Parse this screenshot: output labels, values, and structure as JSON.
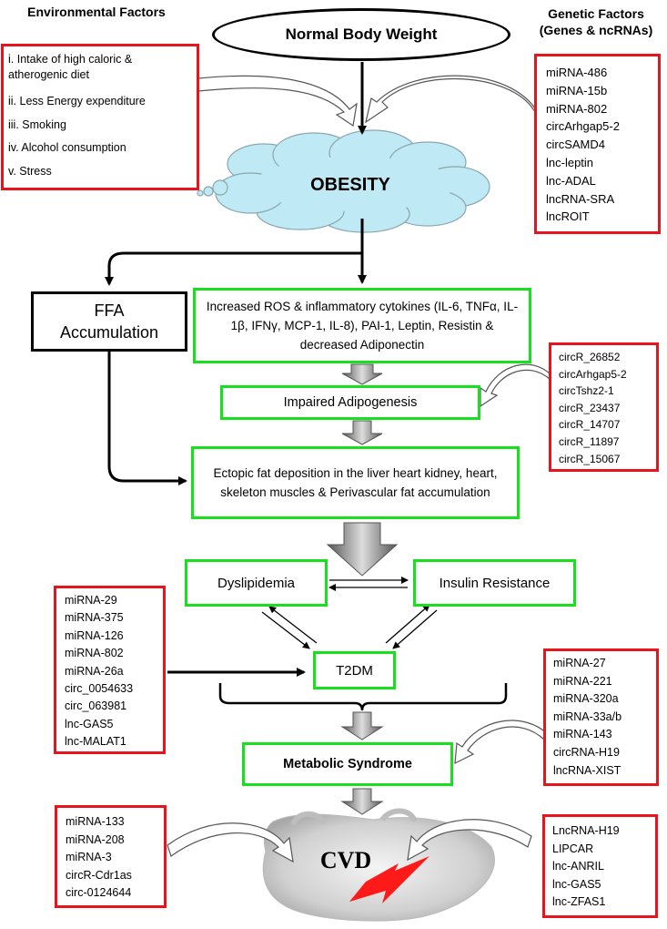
{
  "headers": {
    "environmental": "Environmental Factors",
    "genetic": "Genetic Factors (Genes & ncRNAs)"
  },
  "nodes": {
    "normal_weight": "Normal Body Weight",
    "obesity": "OBESITY",
    "ffa": "FFA Accumulation",
    "inflammation": "Increased ROS & inflammatory cytokines (IL-6, TNFα, IL-1β, IFNγ, MCP-1, IL-8), PAI-1, Leptin, Resistin & decreased Adiponectin",
    "adipogenesis": "Impaired Adipogenesis",
    "ectopic": "Ectopic fat deposition in the liver heart kidney, heart, skeleton muscles & Perivascular fat accumulation",
    "dyslipidemia": "Dyslipidemia",
    "insulin": "Insulin Resistance",
    "t2dm": "T2DM",
    "metabolic": "Metabolic Syndrome",
    "cvd": "CVD"
  },
  "lists": {
    "environmental": [
      "i. Intake of high caloric & atherogenic diet",
      "ii. Less Energy expenditure",
      "iii. Smoking",
      "iv. Alcohol consumption",
      "v. Stress"
    ],
    "genetic": [
      "miRNA-486",
      "miRNA-15b",
      "miRNA-802",
      "circArhgap5-2",
      "circSAMD4",
      "lnc-leptin",
      "lnc-ADAL",
      "lncRNA-SRA",
      "lncROIT"
    ],
    "adipogenesis": [
      "circR_26852",
      "circArhgap5-2",
      "circTshz2-1",
      "circR_23437",
      "circR_14707",
      "circR_11897",
      "circR_15067"
    ],
    "t2dm": [
      "miRNA-29",
      "miRNA-375",
      "miRNA-126",
      "miRNA-802",
      "miRNA-26a",
      "circ_0054633",
      "circ_063981",
      "lnc-GAS5",
      "lnc-MALAT1"
    ],
    "metabolic": [
      "miRNA-27",
      "miRNA-221",
      "miRNA-320a",
      "miRNA-33a/b",
      "miRNA-143",
      "circRNA-H19",
      "lncRNA-XIST"
    ],
    "cvd_left": [
      "miRNA-133",
      "miRNA-208",
      "miRNA-3",
      "circR-Cdr1as",
      "circ-0124644"
    ],
    "cvd_right": [
      "LncRNA-H19",
      "LIPCAR",
      "lnc-ANRIL",
      "lnc-GAS5",
      "lnc-ZFAS1"
    ]
  },
  "colors": {
    "red_border": "#e8141b",
    "green_border": "#19e01f",
    "cloud": "#bfe9f5",
    "lightning": "#ff1a1a"
  }
}
